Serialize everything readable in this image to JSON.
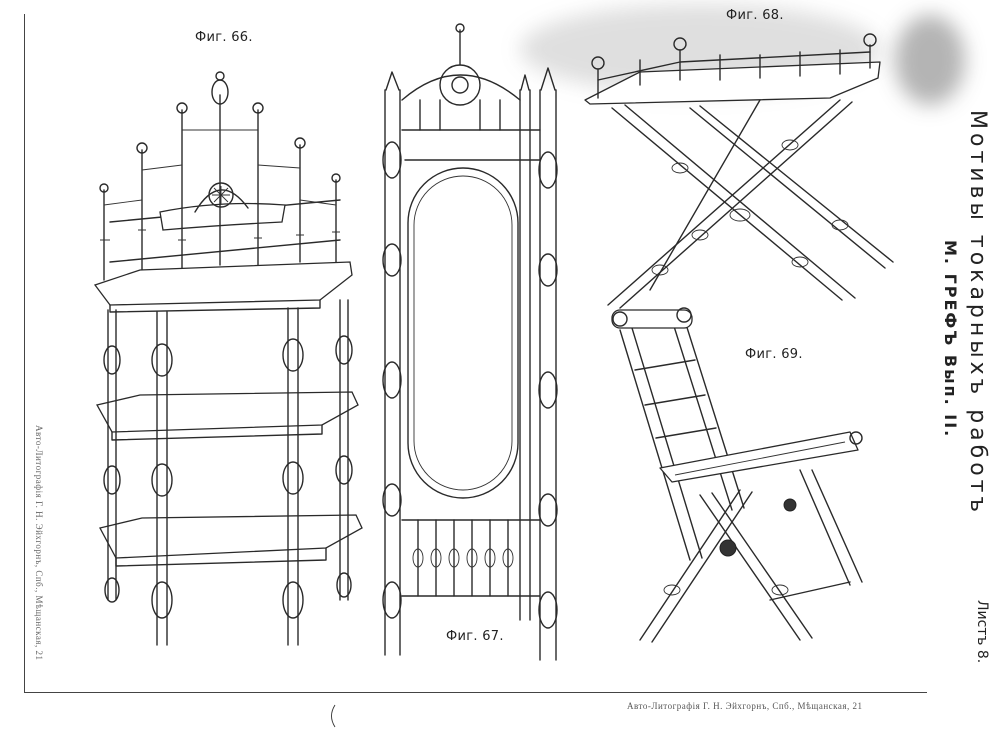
{
  "plate": {
    "title": "Мотивы токарныхъ работъ",
    "subtitle": "М. ГРЕФЪ Вып. II.",
    "sheet_number": "Листъ 8.",
    "imprint_bottom": "Авто-Литографiя Г. Н. Эйхгорнъ, Спб., Мѣщанская, 21",
    "imprint_side": "Авто-Литографiя Г. Н. Эйхгорнъ, Спб., Мѣщанская, 21"
  },
  "figures": {
    "fig66": {
      "label": "Фиг. 66."
    },
    "fig67": {
      "label": "Фиг. 67."
    },
    "fig68": {
      "label": "Фиг. 68."
    },
    "fig69": {
      "label": "Фиг. 69."
    }
  }
}
